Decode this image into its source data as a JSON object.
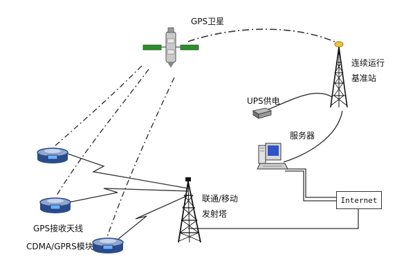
{
  "diagram": {
    "labels": {
      "gps_satellite": "GPS卫星",
      "cors_line1": "连续运行",
      "cors_line2": "基准站",
      "ups_power": "UPS供电",
      "server": "服务器",
      "internet": "Internet",
      "tower_line1": "联通/移动",
      "tower_line2": "发射塔",
      "receiver_line1": "GPS接收天线",
      "receiver_line2": "CDMA/GPRS模块"
    },
    "colors": {
      "line": "#333333",
      "satellite_panel": "#2e8b2e",
      "receiver_body": "#2a4c8a",
      "station_light": "#e8c640"
    },
    "icons": [
      "satellite-icon",
      "reference-station-tower-icon",
      "ups-device-icon",
      "server-computer-icon",
      "cell-tower-icon",
      "gps-receiver-icon"
    ]
  }
}
